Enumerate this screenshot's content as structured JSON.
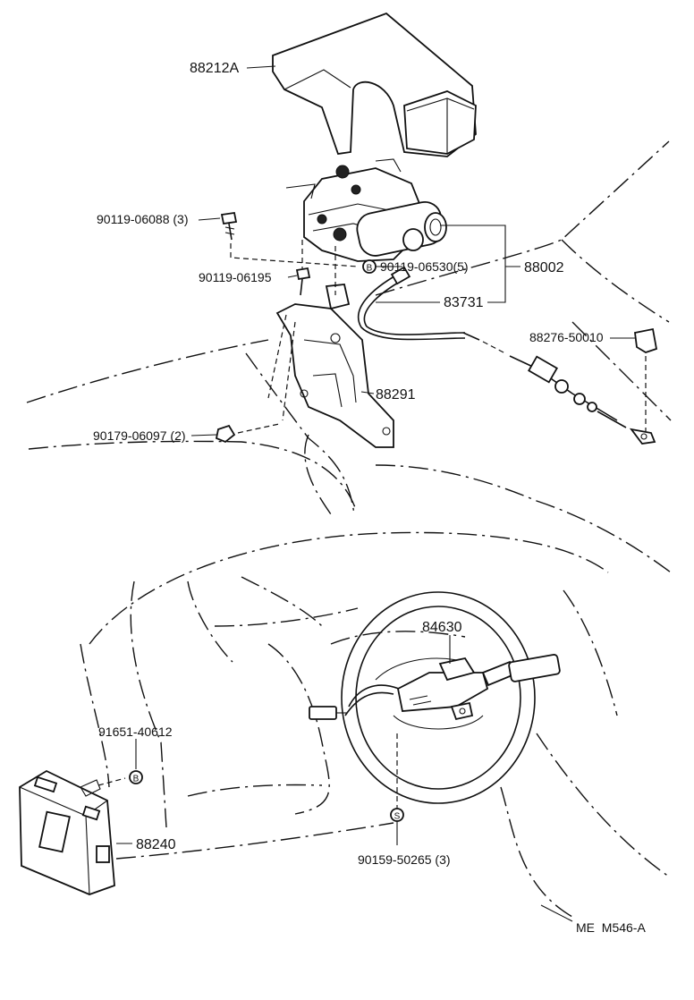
{
  "labels": {
    "cover": "88212A",
    "bolt_upper": "90119-06088 (3)",
    "screw_b": "90119-06530(5)",
    "actuator": "88002",
    "bolt_mid": "90119-06195",
    "cable": "83731",
    "clamp": "88276-50010",
    "bracket": "88291",
    "nut": "90179-06097 (2)",
    "switch": "84630",
    "bolt_lower": "91651-40612",
    "computer": "88240",
    "screw_s": "90159-50265 (3)",
    "ref_code": "ME  M546-A"
  },
  "markers": {
    "b_upper": "B",
    "b_lower": "B",
    "s_lower": "S"
  }
}
